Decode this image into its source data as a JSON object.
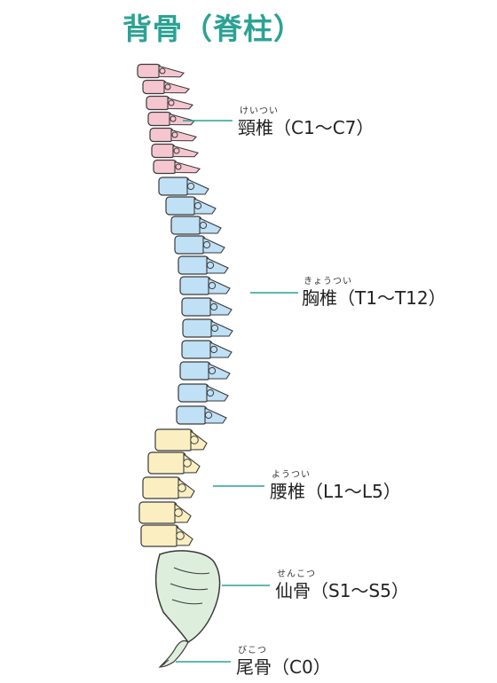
{
  "title": "背骨（脊柱）",
  "colors": {
    "title": "#2aa294",
    "leader": "#2aa294",
    "cervical": "#f5c6d0",
    "thoracic": "#bfe0f5",
    "lumbar": "#fbefc2",
    "sacrum": "#ddeedd",
    "outline": "#3a3a3a"
  },
  "labels": [
    {
      "id": "cervical",
      "ruby": "けいつい",
      "name": "頸椎（C1〜C7）"
    },
    {
      "id": "thoracic",
      "ruby": "きょうつい",
      "name": "胸椎（T1〜T12）"
    },
    {
      "id": "lumbar",
      "ruby": "ようつい",
      "name": "腰椎（L1〜L5）"
    },
    {
      "id": "sacrum",
      "ruby": "せんこつ",
      "name": "仙骨（S1〜S5）"
    },
    {
      "id": "coccyx",
      "ruby": "びこつ",
      "name": "尾骨（C0）"
    }
  ]
}
